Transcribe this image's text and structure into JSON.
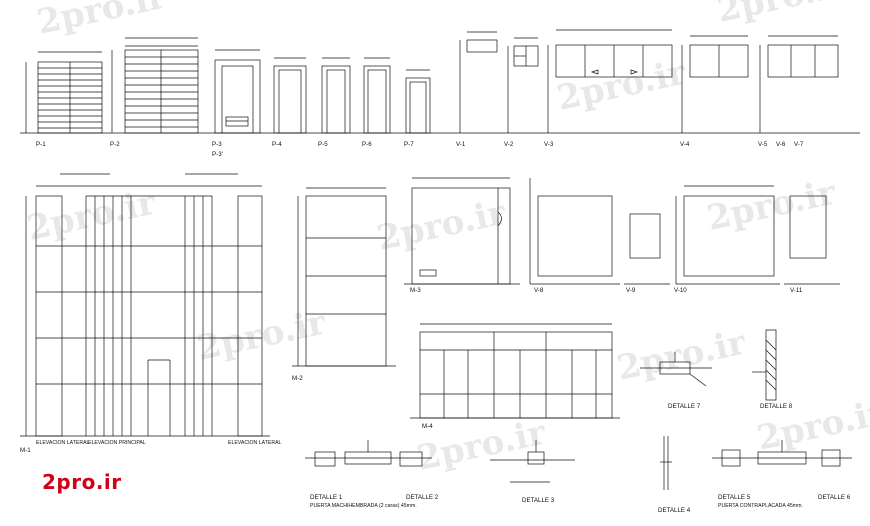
{
  "watermark": {
    "text": "2pro.ir"
  },
  "brand": {
    "text": "2pro.ir",
    "color": "#d0021b"
  },
  "top_row_tags": [
    "P-1",
    "P-2",
    "P-3",
    "P-3'",
    "P-4",
    "P-5",
    "P-6",
    "P-7",
    "V-1",
    "V-2",
    "V-3",
    "V-4",
    "V-5",
    "V-6",
    "V-7"
  ],
  "mid_tags": {
    "m3": "M-3",
    "v8": "V-8",
    "v9": "V-9",
    "v10": "V-10",
    "v11": "V-11",
    "m2": "M-2",
    "m4": "M-4",
    "m1": "M-1"
  },
  "elevations": {
    "lateral_left": "ELEVACION LATERAL",
    "principal": "ELEVACION PRINCIPAL",
    "lateral_right": "ELEVACION LATERAL"
  },
  "details": {
    "d1": "DETALLE 1",
    "d2": "DETALLE 2",
    "d3": "DETALLE 3",
    "d4": "DETALLE 4",
    "d5": "DETALLE 5",
    "d6": "DETALLE 6",
    "d7": "DETALLE 7",
    "d8": "DETALLE 8"
  },
  "captions": {
    "puerta_machihembrada": "PUERTA MACHIHEMBRADA (2 caras) 45mm.",
    "puerta_contraplacada": "PUERTA CONTRAPLACADA 45mm."
  },
  "colors": {
    "line": "#111111",
    "watermark": "#e6e6e6"
  }
}
